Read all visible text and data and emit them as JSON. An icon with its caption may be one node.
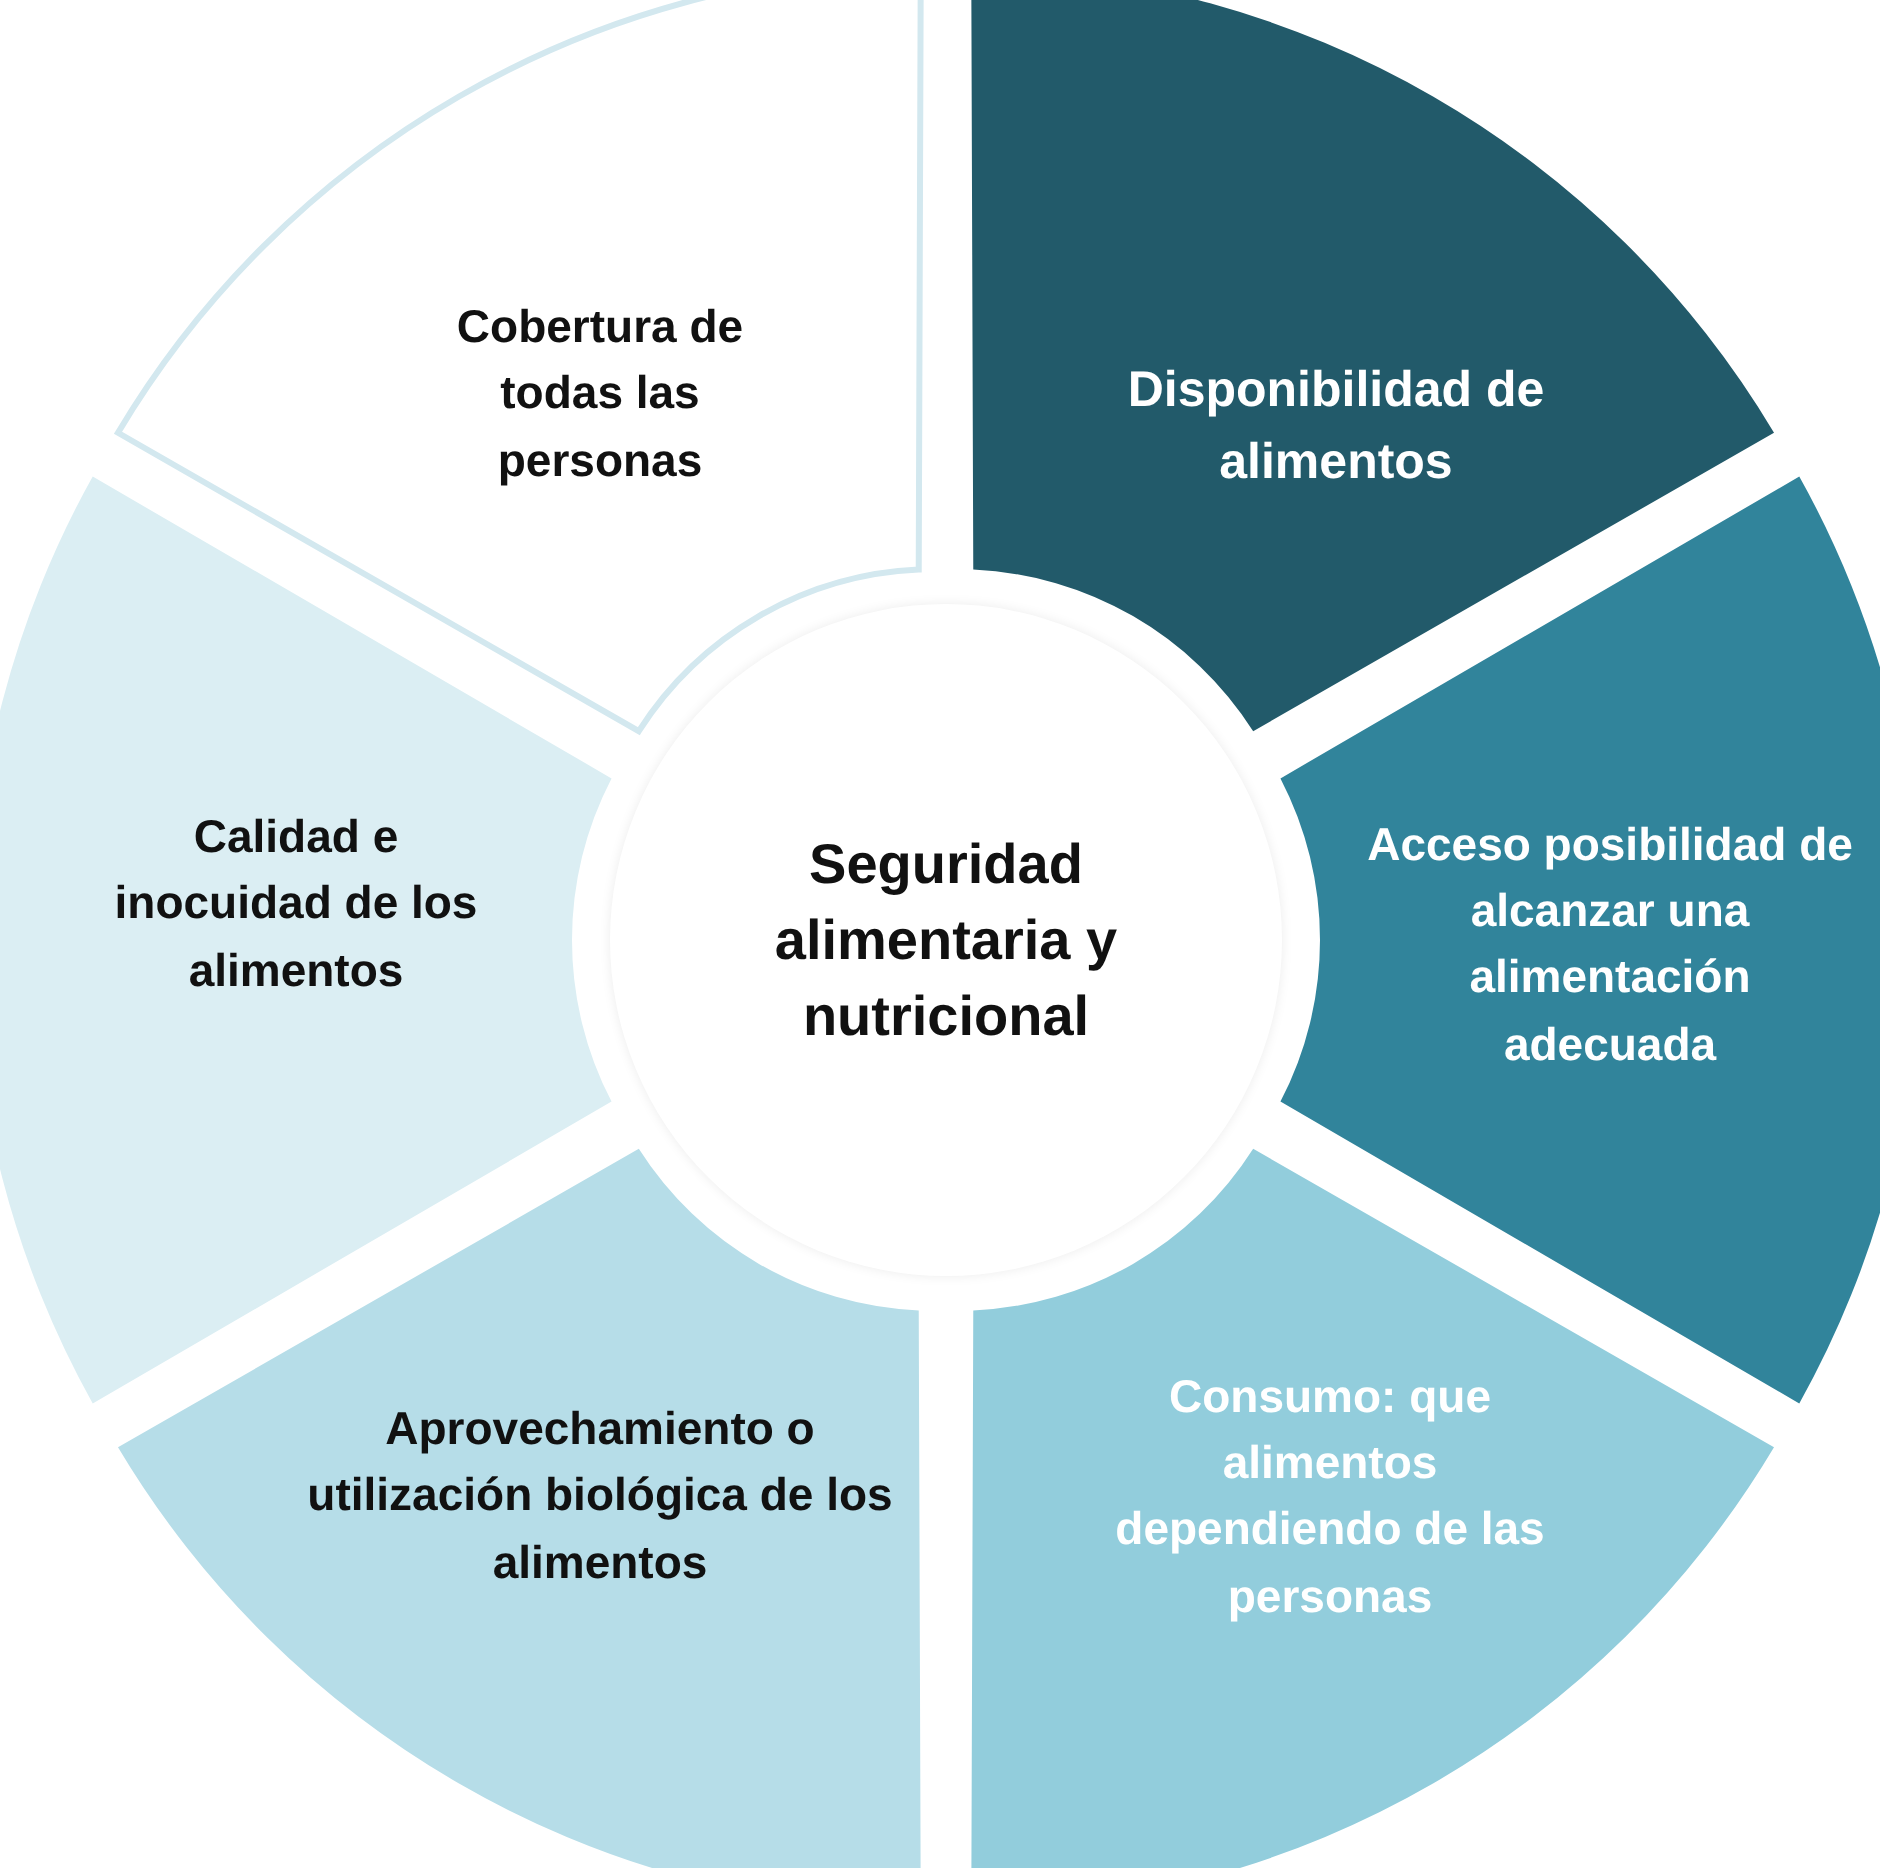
{
  "diagram": {
    "nodes": [
      {
        "text": [
          "Cobertura de todas las personas"
        ]
      },
      {
        "text": [
          "Disponibilidad de alimentos"
        ]
      },
      {
        "text": [
          "Calidad e inocuidad de los alimentos"
        ]
      },
      {
        "text": [
          "Seguridad alimentaria y nutricional"
        ]
      },
      {
        "text": [
          "Acceso posibilidad de alcanzar una alimentación adecuada"
        ]
      },
      {
        "text": [
          "Aprovechamiento o utilización biológica de los alimentos"
        ]
      },
      {
        "text": [
          "Consumo: que alimentos dependiendo de las personas"
        ]
      }
    ]
  }
}
